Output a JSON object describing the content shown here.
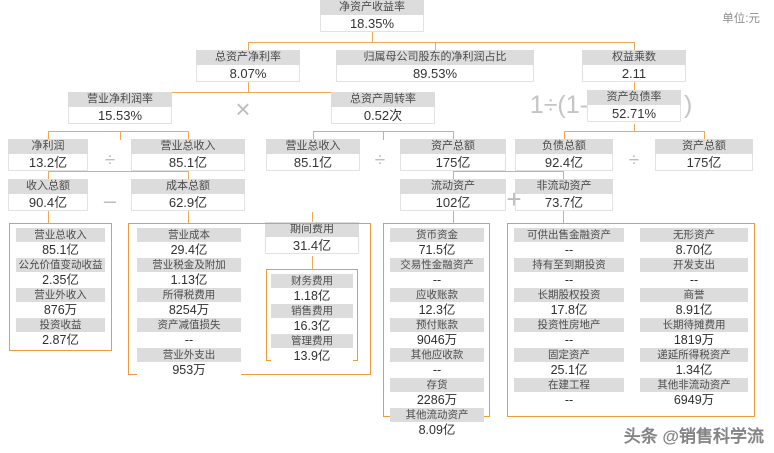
{
  "meta": {
    "unit_label": "单位:元",
    "watermark": "头条 @销售科学流",
    "accent_color": "#ef9a3d",
    "header_bg": "#dcdcdc"
  },
  "operators": {
    "multiply": "×",
    "divide": "÷",
    "minus": "–",
    "plus": "+",
    "equity_formula_left": "1÷(1-",
    "equity_formula_right": ")"
  },
  "nodes": {
    "roe": {
      "label": "净资产收益率",
      "value": "18.35%"
    },
    "roa": {
      "label": "总资产净利率",
      "value": "8.07%"
    },
    "parent_share": {
      "label": "归属母公司股东的净利润占比",
      "value": "89.53%"
    },
    "equity_mult": {
      "label": "权益乘数",
      "value": "2.11"
    },
    "net_margin": {
      "label": "营业净利润率",
      "value": "15.53%"
    },
    "asset_turnover": {
      "label": "总资产周转率",
      "value": "0.52次"
    },
    "debt_ratio": {
      "label": "资产负债率",
      "value": "52.71%"
    },
    "net_profit": {
      "label": "净利润",
      "value": "13.2亿"
    },
    "revenue_a": {
      "label": "营业总收入",
      "value": "85.1亿"
    },
    "revenue_b": {
      "label": "营业总收入",
      "value": "85.1亿"
    },
    "total_assets_a": {
      "label": "资产总额",
      "value": "175亿"
    },
    "total_liab": {
      "label": "负债总额",
      "value": "92.4亿"
    },
    "total_assets_b": {
      "label": "资产总额",
      "value": "175亿"
    },
    "total_income": {
      "label": "收入总额",
      "value": "90.4亿"
    },
    "total_cost": {
      "label": "成本总额",
      "value": "62.9亿"
    },
    "current_assets": {
      "label": "流动资产",
      "value": "102亿"
    },
    "noncurrent_assets": {
      "label": "非流动资产",
      "value": "73.7亿"
    },
    "period_expense": {
      "label": "期间费用",
      "value": "31.4亿"
    }
  },
  "detail_lists": {
    "income_items": [
      {
        "label": "营业总收入",
        "value": "85.1亿"
      },
      {
        "label": "公允价值变动收益",
        "value": "2.35亿"
      },
      {
        "label": "营业外收入",
        "value": "876万"
      },
      {
        "label": "投资收益",
        "value": "2.87亿"
      }
    ],
    "cost_items": [
      {
        "label": "营业成本",
        "value": "29.4亿"
      },
      {
        "label": "营业税金及附加",
        "value": "1.13亿"
      },
      {
        "label": "所得税费用",
        "value": "8254万"
      },
      {
        "label": "资产减值损失",
        "value": "--"
      },
      {
        "label": "营业外支出",
        "value": "953万"
      }
    ],
    "period_expense_items": [
      {
        "label": "财务费用",
        "value": "1.18亿"
      },
      {
        "label": "销售费用",
        "value": "16.3亿"
      },
      {
        "label": "管理费用",
        "value": "13.9亿"
      }
    ],
    "current_asset_items": [
      {
        "label": "货币资金",
        "value": "71.5亿"
      },
      {
        "label": "交易性金融资产",
        "value": "--"
      },
      {
        "label": "应收账款",
        "value": "12.3亿"
      },
      {
        "label": "预付账款",
        "value": "9046万"
      },
      {
        "label": "其他应收款",
        "value": "--"
      },
      {
        "label": "存货",
        "value": "2286万"
      },
      {
        "label": "其他流动资产",
        "value": "8.09亿"
      }
    ],
    "noncurrent_asset_items_left": [
      {
        "label": "可供出售金融资产",
        "value": "--"
      },
      {
        "label": "持有至到期投资",
        "value": "--"
      },
      {
        "label": "长期股权投资",
        "value": "17.8亿"
      },
      {
        "label": "投资性房地产",
        "value": "--"
      },
      {
        "label": "固定资产",
        "value": "25.1亿"
      },
      {
        "label": "在建工程",
        "value": "--"
      }
    ],
    "noncurrent_asset_items_right": [
      {
        "label": "无形资产",
        "value": "8.70亿"
      },
      {
        "label": "开发支出",
        "value": "--"
      },
      {
        "label": "商誉",
        "value": "8.91亿"
      },
      {
        "label": "长期待摊费用",
        "value": "1819万"
      },
      {
        "label": "递延所得税资产",
        "value": "1.34亿"
      },
      {
        "label": "其他非流动资产",
        "value": "6949万"
      }
    ]
  }
}
